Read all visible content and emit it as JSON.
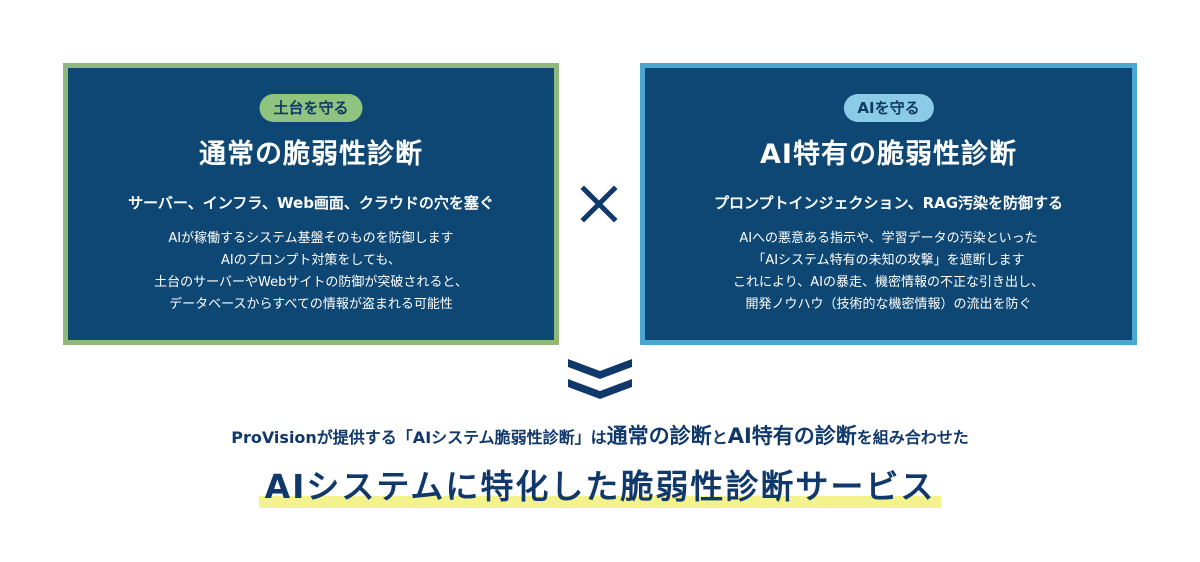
{
  "left_card": {
    "badge": "土台を守る",
    "title": "通常の脆弱性診断",
    "subtitle": "サーバー、インフラ、Web画面、クラウドの穴を塞ぐ",
    "body": [
      "AIが稼働するシステム基盤そのものを防御します",
      "AIのプロンプト対策をしても、",
      "土台のサーバーやWebサイトの防御が突破されると、",
      "データベースからすべての情報が盗まれる可能性"
    ],
    "border_color": "#8fb87a"
  },
  "right_card": {
    "badge": "AIを守る",
    "title": "AI特有の脆弱性診断",
    "subtitle": "プロンプトインジェクション、RAG汚染を防御する",
    "body": [
      "AIへの悪意ある指示や、学習データの汚染といった",
      "「AIシステム特有の未知の攻撃」を遮断します",
      "これにより、AIの暴走、機密情報の不正な引き出し、",
      "開発ノウハウ（技術的な機密情報）の流出を防ぐ"
    ],
    "border_color": "#4aa7cf"
  },
  "connector_icon": "times-icon",
  "arrow_icon": "double-chevron-down-icon",
  "tagline": {
    "part1": "ProVisionが提供する「AIシステム脆弱性診断」は",
    "part2": "通常の診断",
    "part3": "と",
    "part4": "AI特有の診断",
    "part5": "を組み合わせた"
  },
  "headline": "AIシステムに特化した脆弱性診断サービス",
  "colors": {
    "card_bg": "#0e4773",
    "text_navy": "#10386a",
    "highlight": "#f4f28c"
  }
}
